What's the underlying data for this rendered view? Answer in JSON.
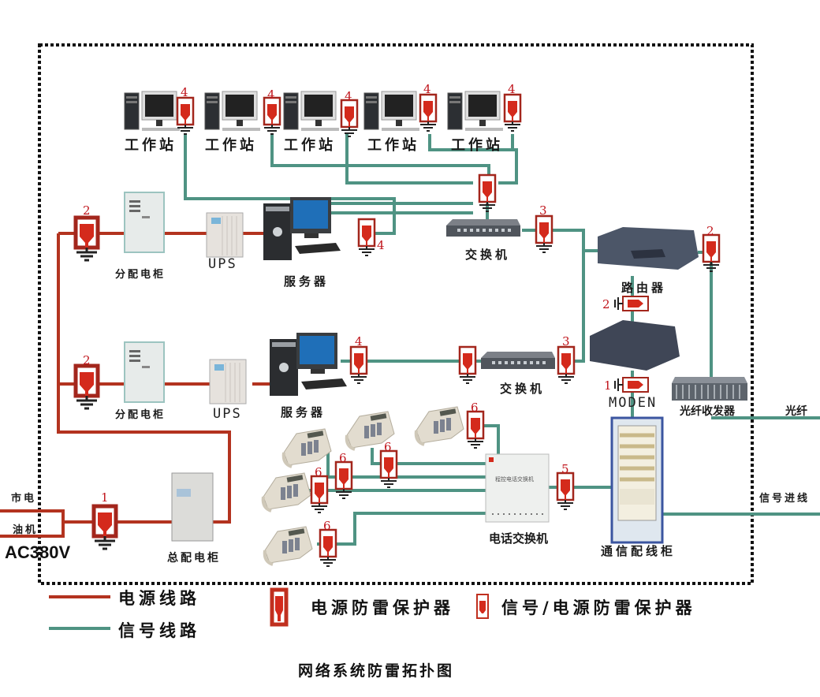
{
  "title": "网络系统防雷拓扑图",
  "colors": {
    "power_line": "#b3331f",
    "signal_line": "#4f9383",
    "protector": "#d42a1c",
    "protector_frame": "#a3261c",
    "boundary": "#111111"
  },
  "workstations": [
    {
      "label": "工作站",
      "protector_level": "4"
    },
    {
      "label": "工作站",
      "protector_level": "4"
    },
    {
      "label": "工作站",
      "protector_level": "4"
    },
    {
      "label": "工作站",
      "protector_level": "4"
    },
    {
      "label": "工作站",
      "protector_level": "4"
    }
  ],
  "row1": {
    "cabinet_label": "分配电柜",
    "cabinet_protector_level": "2",
    "ups_label": "UPS",
    "server_label": "服务器",
    "server_protector_level": "4",
    "switch_label": "交换机",
    "switch_protector_level": "3"
  },
  "row2": {
    "cabinet_label": "分配电柜",
    "cabinet_protector_level": "2",
    "ups_label": "UPS",
    "server_label": "服务器",
    "server_protector_level": "4",
    "switch_label": "交换机",
    "switch_protector_level": "3"
  },
  "router": {
    "label": "路由器",
    "protector_level": "2",
    "side_protector_level": "2"
  },
  "modem": {
    "label": "MODEN",
    "protector_level": "1"
  },
  "fiber_transceiver": {
    "label": "光纤收发器"
  },
  "fiber": {
    "label": "光纤"
  },
  "signal_in": {
    "label": "信号进线"
  },
  "comm_cabinet": {
    "label": "通信配线柜"
  },
  "phone_switch": {
    "label": "电话交换机",
    "protector_level": "5",
    "device_text": "程控电话交换机",
    "phone_protector_levels": [
      "6",
      "6",
      "6",
      "6",
      "6"
    ]
  },
  "main_power": {
    "utility_label": "市电",
    "generator_label": "油机",
    "voltage_label": "AC380V",
    "protector_level": "1",
    "cabinet_label": "总配电柜"
  },
  "legend": {
    "power_line": "电源线路",
    "signal_line": "信号线路",
    "power_protector": "电源防雷保护器",
    "signal_power_protector": "信号/电源防雷保护器"
  }
}
